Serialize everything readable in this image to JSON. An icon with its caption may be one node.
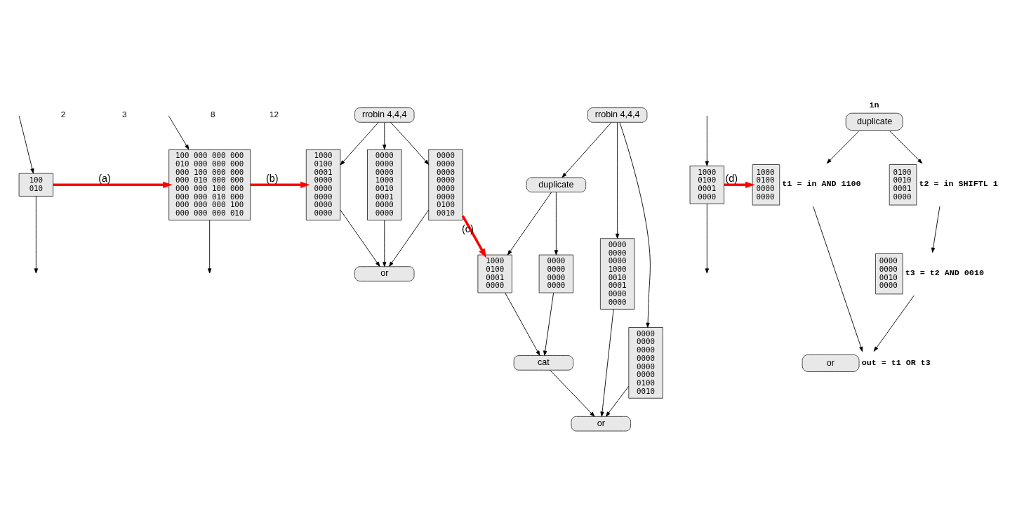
{
  "diagram": {
    "nodes": [
      {
        "text": [
          "100",
          "010"
        ]
      },
      {
        "text": [
          "100 000 000 000",
          "010 000 000 000",
          "000 100 000 000",
          "000 010 000 000",
          "000 000 100 000",
          "000 000 010 000",
          "000 000 000 100",
          "000 000 000 010"
        ]
      },
      {
        "text": [
          "rrobin 4,4,4"
        ]
      },
      {
        "text": [
          "1000",
          "0100",
          "0001",
          "0000",
          "0000",
          "0000",
          "0000",
          "0000"
        ]
      },
      {
        "text": [
          "0000",
          "0000",
          "0000",
          "1000",
          "0010",
          "0001",
          "0000",
          "0000"
        ]
      },
      {
        "text": [
          "0000",
          "0000",
          "0000",
          "0000",
          "0000",
          "0000",
          "0100",
          "0010"
        ]
      },
      {
        "text": [
          "or"
        ]
      },
      {
        "text": [
          "rrobin 4,4,4"
        ]
      },
      {
        "text": [
          "duplicate"
        ]
      },
      {
        "text": [
          "1000",
          "0100",
          "0001",
          "0000"
        ]
      },
      {
        "text": [
          "0000",
          "0000",
          "0000",
          "0000"
        ]
      },
      {
        "text": [
          "cat"
        ]
      },
      {
        "text": [
          "0000",
          "0000",
          "0000",
          "1000",
          "0010",
          "0001",
          "0000",
          "0000"
        ]
      },
      {
        "text": [
          "0000",
          "0000",
          "0000",
          "0000",
          "0000",
          "0000",
          "0100",
          "0010"
        ]
      },
      {
        "text": [
          "or"
        ]
      },
      {
        "text": [
          "1000",
          "0100",
          "0001",
          "0000"
        ]
      },
      {
        "text": [
          "duplicate"
        ],
        "beside": [
          "in"
        ]
      },
      {
        "text": [
          "1000",
          "0100",
          "0000",
          "0000"
        ],
        "beside": [
          "t1 = in AND 1100"
        ]
      },
      {
        "text": [
          "0100",
          "0010",
          "0001",
          "0000"
        ],
        "beside": [
          "t2 = in SHIFTL 1"
        ]
      },
      {
        "text": [
          "0000",
          "0000",
          "0010",
          "0000"
        ],
        "beside": [
          "t3 = t2 AND 0010"
        ]
      },
      {
        "text": [
          "or"
        ],
        "beside": [
          "out = t1 OR t3"
        ]
      }
    ],
    "edges": [
      {
        "from": 0,
        "to": null,
        "arrow": "to"
      },
      {
        "from": null,
        "to": 0,
        "arrow": "to"
      },
      {
        "from": 0,
        "to": 1,
        "arrow": "to",
        "label": "(a)",
        "style": "thick",
        "color": "#ff0000"
      },
      {
        "from": 1,
        "to": null,
        "arrow": "to"
      },
      {
        "from": null,
        "to": 1,
        "arrow": "to"
      },
      {
        "from": 1,
        "to": 3,
        "arrow": "to",
        "label": "(b)",
        "style": "thick",
        "color": "#ff0000"
      },
      {
        "from": 2,
        "to": 3,
        "arrow": "to"
      },
      {
        "from": 2,
        "to": 4,
        "arrow": "to"
      },
      {
        "from": 2,
        "to": 5,
        "arrow": "to"
      },
      {
        "from": 3,
        "to": 6,
        "arrow": "to"
      },
      {
        "from": 4,
        "to": 6,
        "arrow": "to"
      },
      {
        "from": 5,
        "to": 6,
        "arrow": "to"
      },
      {
        "from": 5,
        "to": 9,
        "arrow": "to",
        "label": "(c)",
        "style": "thick",
        "color": "#ff0000"
      },
      {
        "from": 7,
        "to": 8,
        "arrow": "to"
      },
      {
        "from": 7,
        "to": 12,
        "arrow": "to"
      },
      {
        "from": 7,
        "to": 13,
        "arrow": "to"
      },
      {
        "from": 8,
        "to": 9,
        "arrow": "to"
      },
      {
        "from": 8,
        "to": 10,
        "arrow": "to"
      },
      {
        "from": 9,
        "to": 11,
        "arrow": "to"
      },
      {
        "from": 10,
        "to": 11,
        "arrow": "to"
      },
      {
        "from": 11,
        "to": 14,
        "arrow": "to"
      },
      {
        "from": 12,
        "to": 14,
        "arrow": "to"
      },
      {
        "from": 13,
        "to": 14,
        "arrow": "to"
      },
      {
        "from": 15,
        "to": null,
        "arrow": "to"
      },
      {
        "from": null,
        "to": 15,
        "arrow": "to"
      },
      {
        "from": 15,
        "to": 17,
        "arrow": "to",
        "label": "(d)",
        "style": "thick",
        "color": "#ff0000"
      },
      {
        "from": 16,
        "to": 17,
        "arrow": "to"
      },
      {
        "from": 16,
        "to": 18,
        "arrow": "to"
      },
      {
        "from": 18,
        "to": 19,
        "arrow": "to"
      },
      {
        "from": 17,
        "to": 20,
        "arrow": "to"
      },
      {
        "from": 19,
        "to": 20,
        "arrow": "to"
      }
    ],
    "labels": [
      "3",
      "2",
      "12",
      "8"
    ]
  }
}
